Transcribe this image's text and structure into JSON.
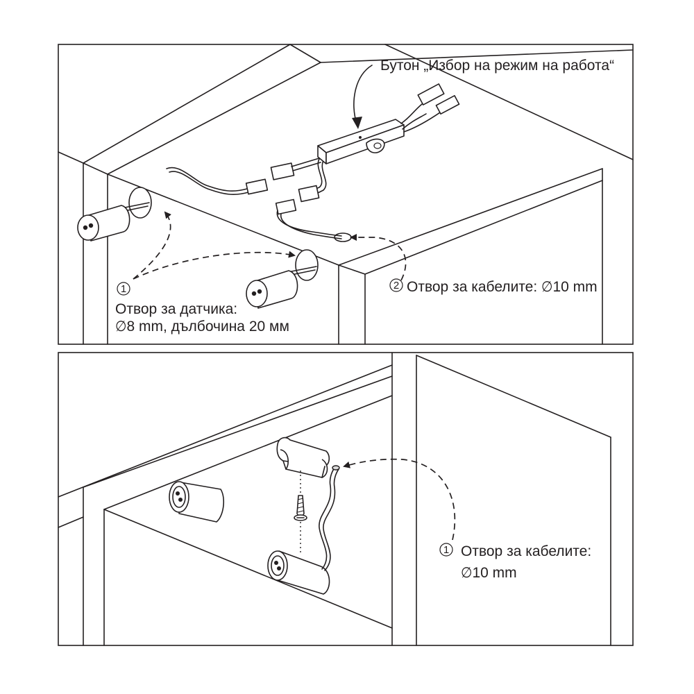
{
  "top_panel": {
    "button_label": "Бутон „Избор на режим на работа“",
    "marker1": "1",
    "sensor_hole_line1": "Отвор за датчика:",
    "sensor_hole_line2": "∅8 mm, дълбочина 20 мм",
    "marker2": "2",
    "cable_hole_label": "Отвор за кабелите: ∅10 mm"
  },
  "bottom_panel": {
    "marker1": "1",
    "cable_hole_line1": "Отвор за кабелите:",
    "cable_hole_line2": "∅10 mm"
  }
}
